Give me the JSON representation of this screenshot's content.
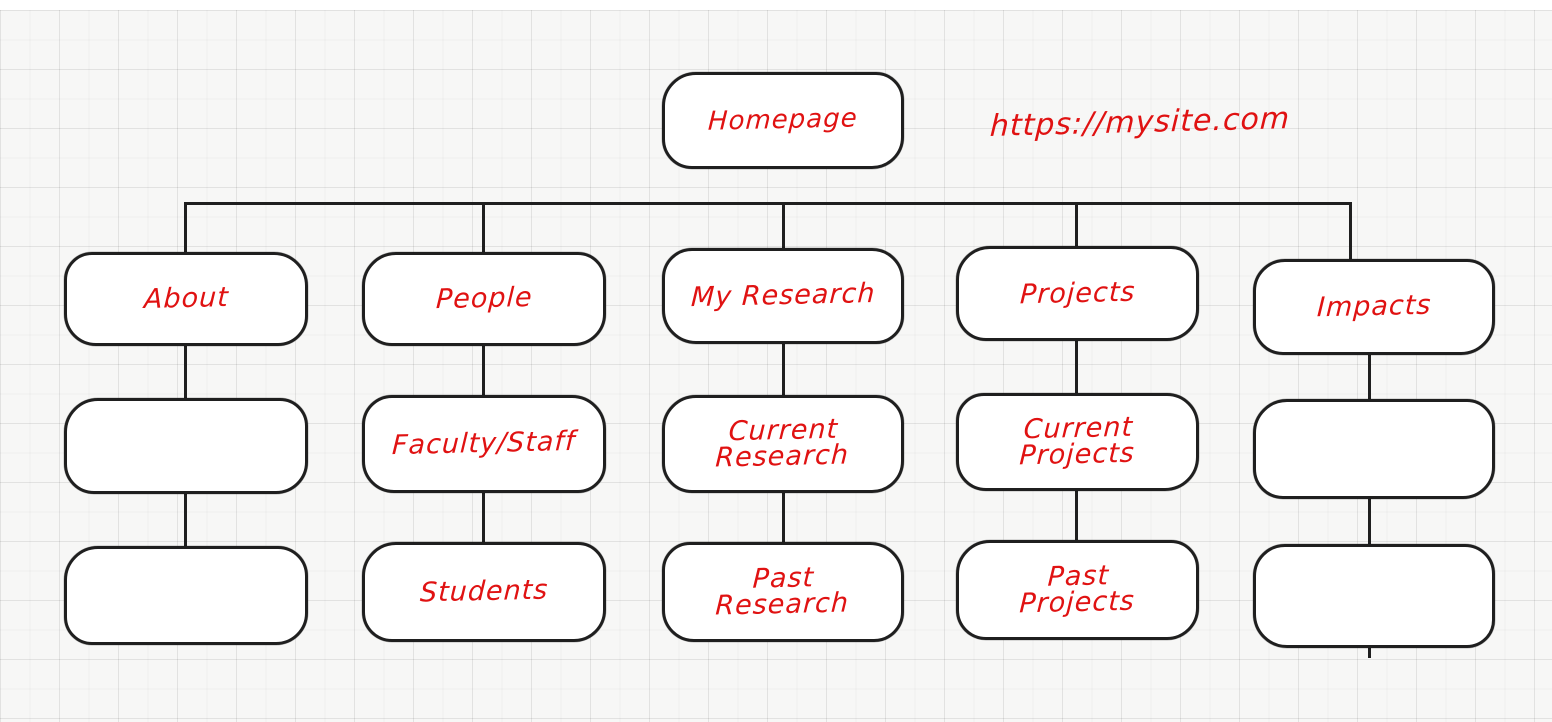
{
  "colors": {
    "text_red": "#e01212",
    "stroke_black": "#1f1f1f",
    "box_fill": "#ffffff",
    "canvas_background": "#f7f7f6",
    "grid_line": "#e9e9e9"
  },
  "sitemap": {
    "root": {
      "label": "Homepage"
    },
    "url_annotation": "https://mysite.com",
    "sections": [
      {
        "label": "About",
        "children": [
          "",
          ""
        ]
      },
      {
        "label": "People",
        "children": [
          "Faculty/Staff",
          "Students"
        ]
      },
      {
        "label": "My Research",
        "children": [
          "Current\nResearch",
          "Past\nResearch"
        ]
      },
      {
        "label": "Projects",
        "children": [
          "Current\nProjects",
          "Past\nProjects"
        ]
      },
      {
        "label": "Impacts",
        "children": [
          "",
          ""
        ]
      }
    ]
  }
}
